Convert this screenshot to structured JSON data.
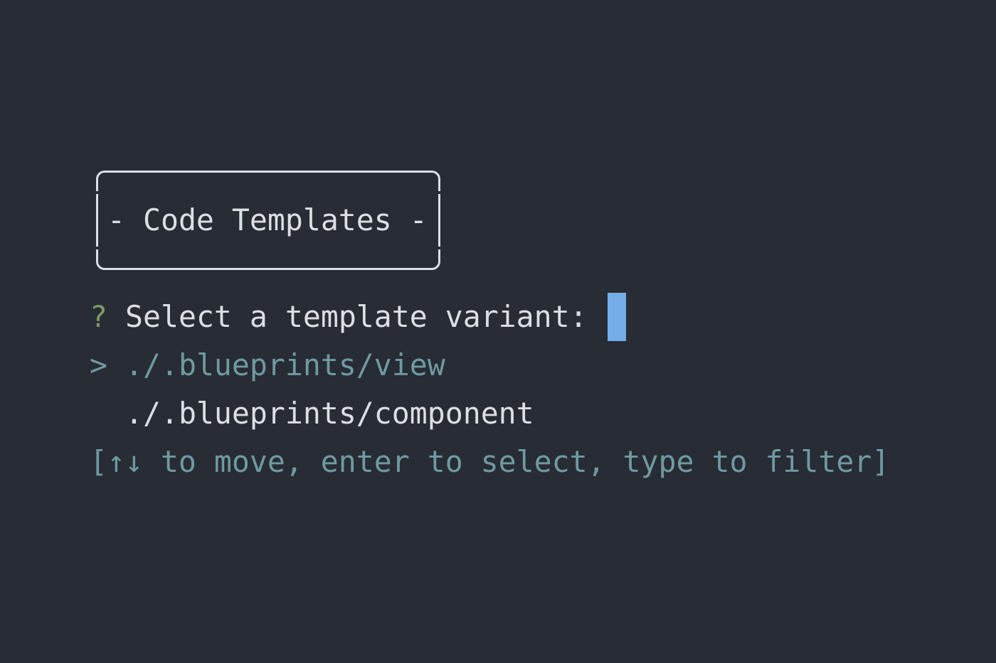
{
  "banner": {
    "title": "- Code Templates -"
  },
  "prompt": {
    "marker": "?",
    "question": "Select a template variant:"
  },
  "options": [
    {
      "pointer": ">",
      "label": "./.blueprints/view",
      "selected": true
    },
    {
      "pointer": " ",
      "label": "./.blueprints/component",
      "selected": false
    }
  ],
  "hint": "[↑↓ to move, enter to select, type to filter]",
  "colors": {
    "background": "#282c34",
    "text": "#dcdfe4",
    "question_marker": "#7c9a68",
    "selected": "#6f9aa3",
    "hint": "#6f9aa3",
    "cursor": "#74ade8"
  }
}
